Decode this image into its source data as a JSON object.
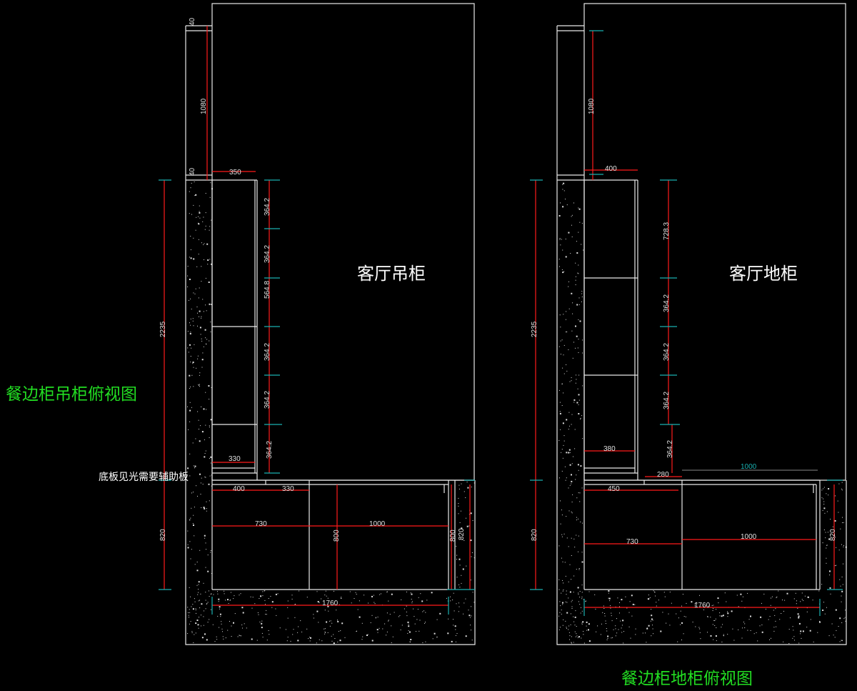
{
  "labels": {
    "left_room": "客厅吊柜",
    "right_room": "客厅地柜",
    "left_title": "餐边柜吊柜俯视图",
    "right_title": "餐边柜地柜俯视图",
    "note": "底板见光需要辅助板"
  },
  "left_dims": {
    "top40": "40",
    "h1080": "1080",
    "bot40": "40",
    "w350": "350",
    "s1": "364.2",
    "s2": "364.2",
    "s3": "564.8",
    "s4": "364.2",
    "s5": "364.2",
    "s6": "364.2",
    "h2235": "2235",
    "w330top": "330",
    "w400": "400",
    "w330": "330",
    "w730": "730",
    "w1000": "1000",
    "h800a": "800",
    "h800b": "800",
    "h820": "820",
    "h820left": "820",
    "w1760": "1760"
  },
  "right_dims": {
    "h1080": "1080",
    "w400": "400",
    "s1": "728.3",
    "s2": "364.2",
    "s3": "364.2",
    "s4": "364.2",
    "s5": "364.2",
    "h2235": "2235",
    "w380": "380",
    "w280": "280",
    "w1000cyan": "1000",
    "w450": "450",
    "w730": "730",
    "w1000": "1000",
    "h820": "820",
    "h820left": "820",
    "w1760": "1760"
  }
}
